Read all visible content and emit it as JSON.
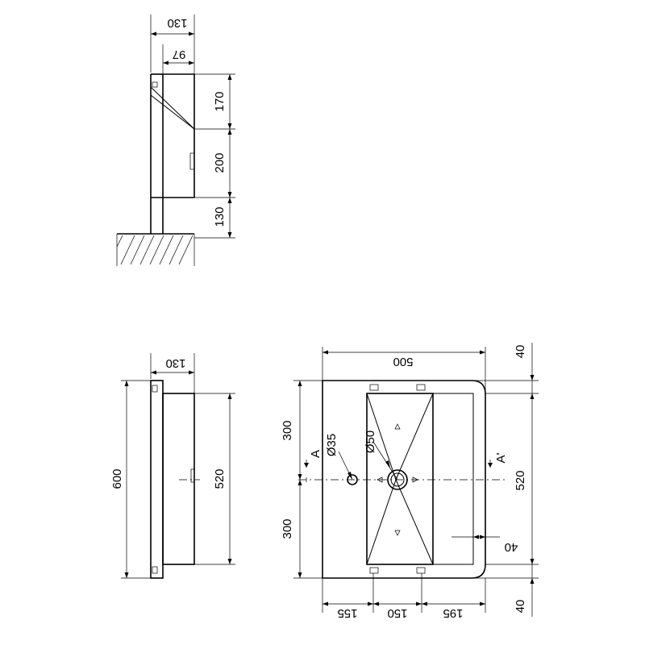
{
  "side_view": {
    "width_overall": "130",
    "width_body": "97",
    "height_top": "170",
    "height_middle": "200",
    "height_bottom": "130"
  },
  "front_view": {
    "width": "130",
    "height_overall": "600",
    "height_body": "520"
  },
  "top_view": {
    "width_overall": "500",
    "offset_top": "40",
    "offset_bottom": "40",
    "depth_body": "520",
    "half_upper": "300",
    "half_lower": "300",
    "drain_diameter": "Ø50",
    "tap_hole_diameter": "Ø35",
    "lip": "40",
    "section_left": "A",
    "section_right": "A'",
    "segment_left": "155",
    "segment_middle": "150",
    "segment_right": "195"
  }
}
